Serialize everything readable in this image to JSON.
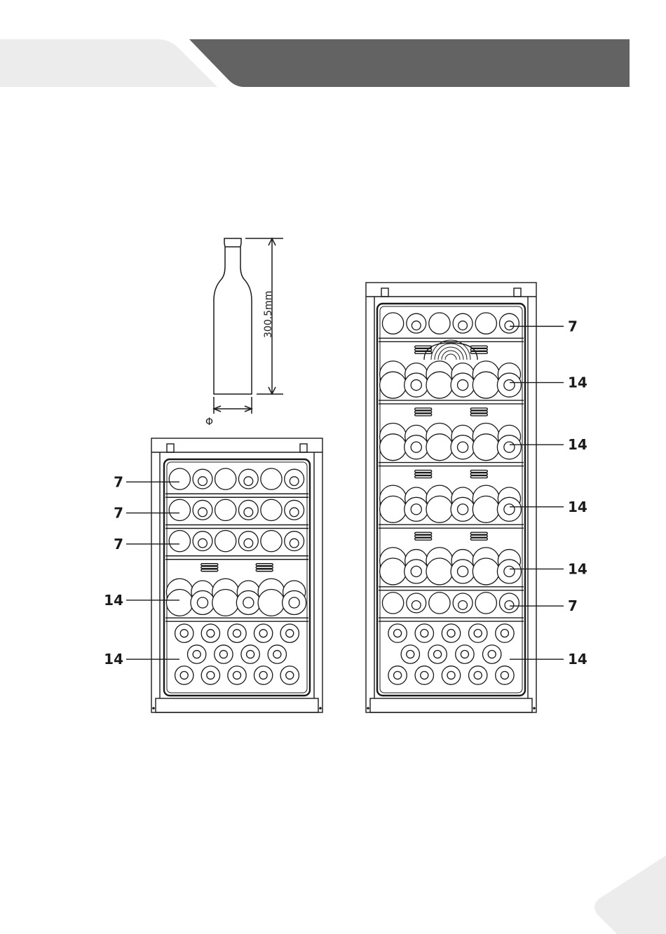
{
  "bottle": {
    "height_label": "300.5mm",
    "diameter_label": "Φ"
  },
  "small_cabinet": {
    "shelves": [
      {
        "capacity": "7",
        "type": "single"
      },
      {
        "capacity": "7",
        "type": "single"
      },
      {
        "capacity": "7",
        "type": "single"
      },
      {
        "capacity": "14",
        "type": "double"
      },
      {
        "capacity": "14",
        "type": "stack"
      }
    ]
  },
  "large_cabinet": {
    "shelves": [
      {
        "capacity": "7",
        "type": "single"
      },
      {
        "capacity": "14",
        "type": "double"
      },
      {
        "capacity": "14",
        "type": "double"
      },
      {
        "capacity": "14",
        "type": "double"
      },
      {
        "capacity": "14",
        "type": "double"
      },
      {
        "capacity": "7",
        "type": "single"
      },
      {
        "capacity": "14",
        "type": "stack"
      }
    ]
  },
  "colors": {
    "header_dark": "#636363",
    "header_light": "#ececec",
    "line": "#1a1a1a"
  }
}
